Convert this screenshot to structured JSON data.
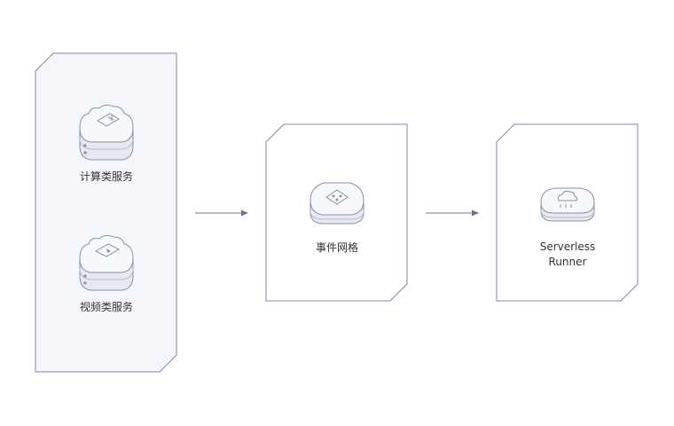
{
  "diagram": {
    "nodes": {
      "compute": {
        "label": "计算类服务",
        "icon": "compute-server-icon"
      },
      "video": {
        "label": "视频类服务",
        "icon": "video-server-icon"
      },
      "mesh": {
        "label": "事件网格",
        "icon": "event-mesh-icon"
      },
      "runner": {
        "label_line1": "Serverless",
        "label_line2": "Runner",
        "icon": "cloud-server-icon"
      }
    },
    "edges": [
      {
        "from": "services-group",
        "to": "mesh",
        "style": "arrow"
      },
      {
        "from": "mesh",
        "to": "runner",
        "style": "arrow"
      }
    ],
    "colors": {
      "group_fill": "#f4f6fb",
      "group_stroke": "#7f86a6",
      "box_stroke": "#7f86a6",
      "arrow": "#6b7292",
      "icon_top": "#f7f8fb",
      "icon_side": "#e6e9f0",
      "icon_stroke": "#8a90a8",
      "text": "#333333"
    }
  }
}
